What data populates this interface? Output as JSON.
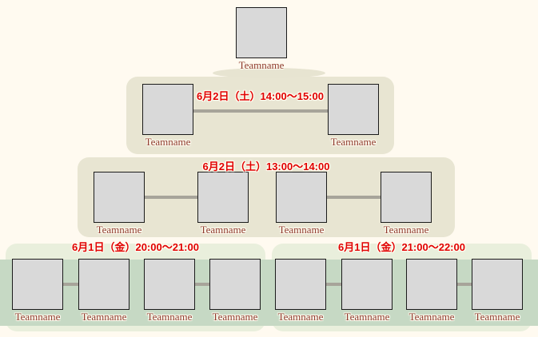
{
  "bracket": {
    "champion": {
      "label": "Teamname"
    },
    "rounds": [
      {
        "id": "final",
        "title": "6月2日（土）14:00～15:00",
        "teams": [
          {
            "label": "Teamname"
          },
          {
            "label": "Teamname"
          }
        ]
      },
      {
        "id": "semifinal",
        "title": "6月2日（土）13:00～14:00",
        "teams": [
          {
            "label": "Teamname"
          },
          {
            "label": "Teamname"
          },
          {
            "label": "Teamname"
          },
          {
            "label": "Teamname"
          }
        ]
      },
      {
        "id": "round1-block1",
        "title": "6月1日（金）20:00～21:00",
        "teams": [
          {
            "label": "Teamname"
          },
          {
            "label": "Teamname"
          },
          {
            "label": "Teamname"
          },
          {
            "label": "Teamname"
          }
        ]
      },
      {
        "id": "round1-block2",
        "title": "6月1日（金）21:00～22:00",
        "teams": [
          {
            "label": "Teamname"
          },
          {
            "label": "Teamname"
          },
          {
            "label": "Teamname"
          },
          {
            "label": "Teamname"
          }
        ]
      }
    ]
  },
  "colors": {
    "page_background": "#fffaf0",
    "panel_beige": "#e8e5d2",
    "panel_green": "#e9efdc",
    "band_green": "#c6d9c4",
    "box_fill": "#d9d9d9",
    "box_border": "#1b1b1b",
    "connector_gray": "#a7a49a",
    "title_red": "#e00000",
    "teamname_red": "#8e392c"
  }
}
